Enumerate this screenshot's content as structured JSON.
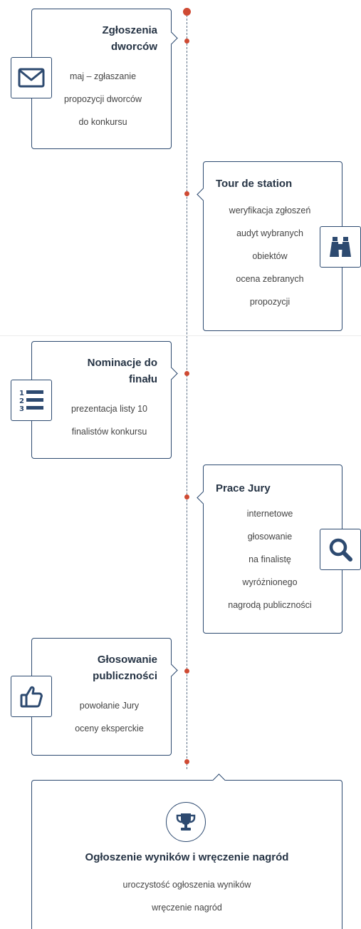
{
  "colors": {
    "accent": "#cf4a33",
    "brand": "#2d4a70",
    "line": "#5c6f86"
  },
  "stages": [
    {
      "title": "Zgłoszenia dworców",
      "title_lines": [
        "Zgłoszenia",
        "dworców"
      ],
      "icon": "envelope-icon",
      "lines": [
        "maj – zgłaszanie",
        "propozycji dworców",
        "do konkursu"
      ]
    },
    {
      "title": "Tour de station",
      "title_lines": [
        "Tour de station"
      ],
      "icon": "binoculars-icon",
      "lines": [
        "weryfikacja zgłoszeń",
        "audyt wybranych",
        "obiektów",
        "ocena zebranych",
        "propozycji"
      ]
    },
    {
      "title": "Nominacje do finału",
      "title_lines": [
        "Nominacje do",
        "finału"
      ],
      "icon": "numbered-list-icon",
      "lines": [
        "prezentacja listy 10",
        "finalistów konkursu"
      ]
    },
    {
      "title": "Prace Jury",
      "title_lines": [
        "Prace Jury"
      ],
      "icon": "search-icon",
      "lines": [
        "internetowe",
        "głosowanie",
        "na finalistę",
        "wyróżnionego",
        "nagrodą publiczności"
      ]
    },
    {
      "title": "Głosowanie publiczności",
      "title_lines": [
        "Głosowanie",
        "publiczności"
      ],
      "icon": "thumbs-up-icon",
      "lines": [
        "powołanie Jury",
        "oceny eksperckie"
      ]
    }
  ],
  "final": {
    "title": "Ogłoszenie wyników i wręczenie nagród",
    "icon": "trophy-icon",
    "lines": [
      "uroczystość ogłoszenia wyników",
      "wręczenie nagród"
    ]
  }
}
